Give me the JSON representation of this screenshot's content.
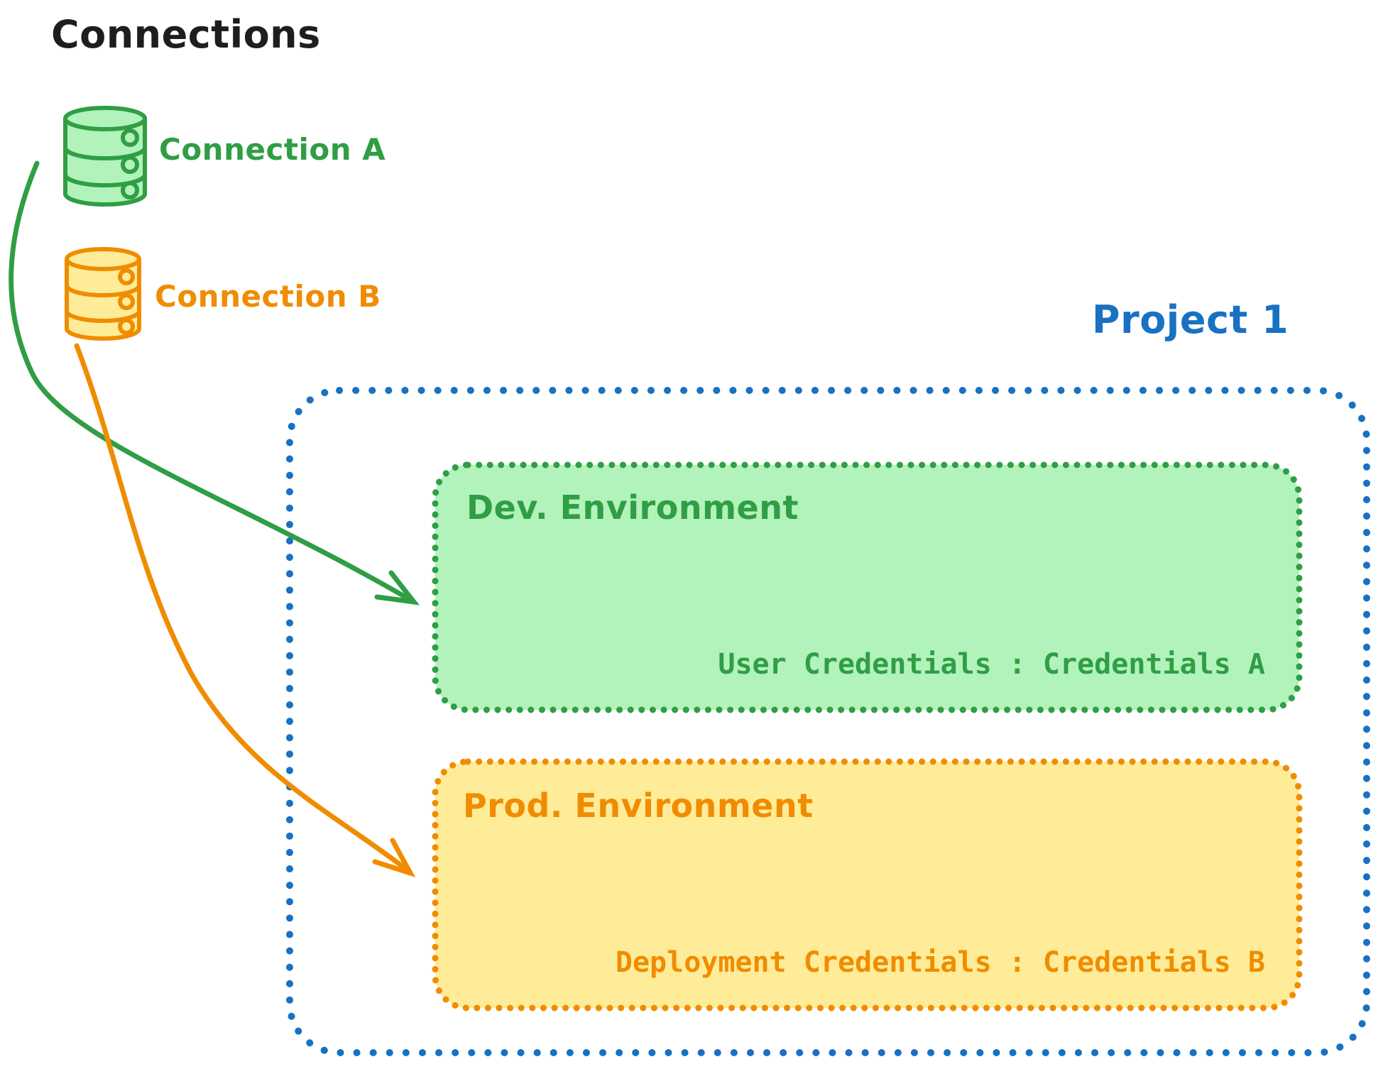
{
  "title": "Connections",
  "colors": {
    "black": "#1e1e1e",
    "green": "#2f9e44",
    "green_fill": "#b2f2bb",
    "orange": "#f08c00",
    "orange_fill": "#ffec99",
    "blue": "#1971c2",
    "background": "#ffffff"
  },
  "connections": {
    "a": {
      "label": "Connection A",
      "icon": "database-icon"
    },
    "b": {
      "label": "Connection B",
      "icon": "database-icon"
    }
  },
  "project": {
    "title": "Project 1",
    "dev": {
      "title": "Dev. Environment",
      "credentials": "User Credentials : Credentials A"
    },
    "prod": {
      "title": "Prod. Environment",
      "credentials": "Deployment Credentials : Credentials B"
    }
  }
}
